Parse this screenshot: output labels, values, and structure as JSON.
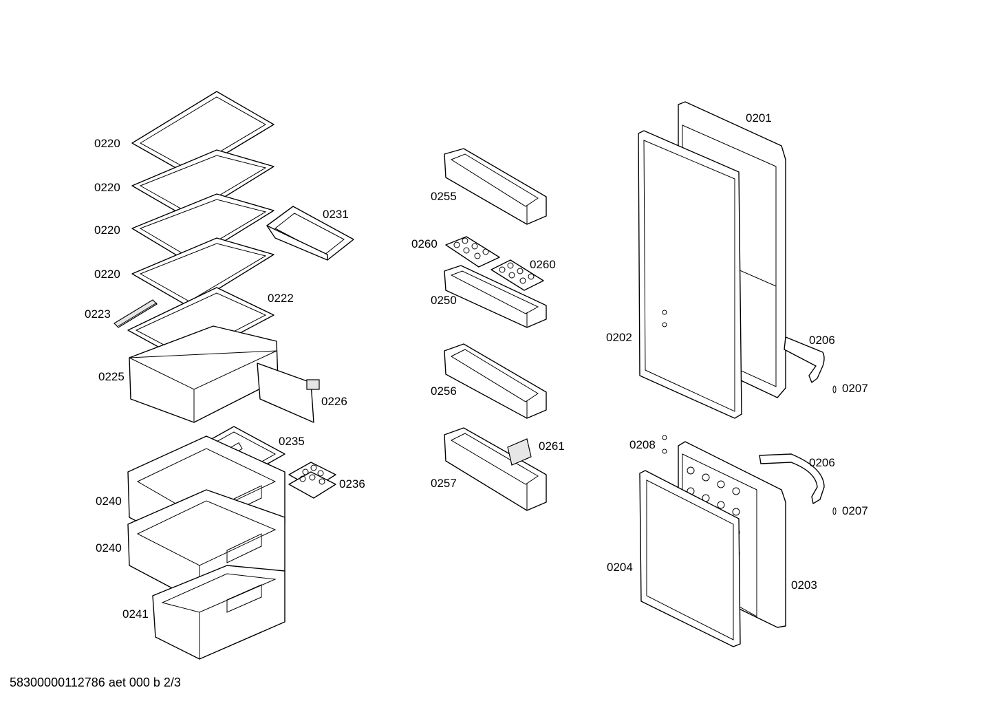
{
  "labels": {
    "p0201": "0201",
    "p0202": "0202",
    "p0203": "0203",
    "p0204": "0204",
    "p0206a": "0206",
    "p0206b": "0206",
    "p0207a": "0207",
    "p0207b": "0207",
    "p0208": "0208",
    "p0220a": "0220",
    "p0220b": "0220",
    "p0220c": "0220",
    "p0220d": "0220",
    "p0222": "0222",
    "p0223": "0223",
    "p0225": "0225",
    "p0226": "0226",
    "p0231": "0231",
    "p0235": "0235",
    "p0236": "0236",
    "p0240a": "0240",
    "p0240b": "0240",
    "p0241": "0241",
    "p0250": "0250",
    "p0255": "0255",
    "p0256": "0256",
    "p0257": "0257",
    "p0260a": "0260",
    "p0260b": "0260",
    "p0261": "0261"
  },
  "footer": "58300000112786 aet 000 b 2/3"
}
